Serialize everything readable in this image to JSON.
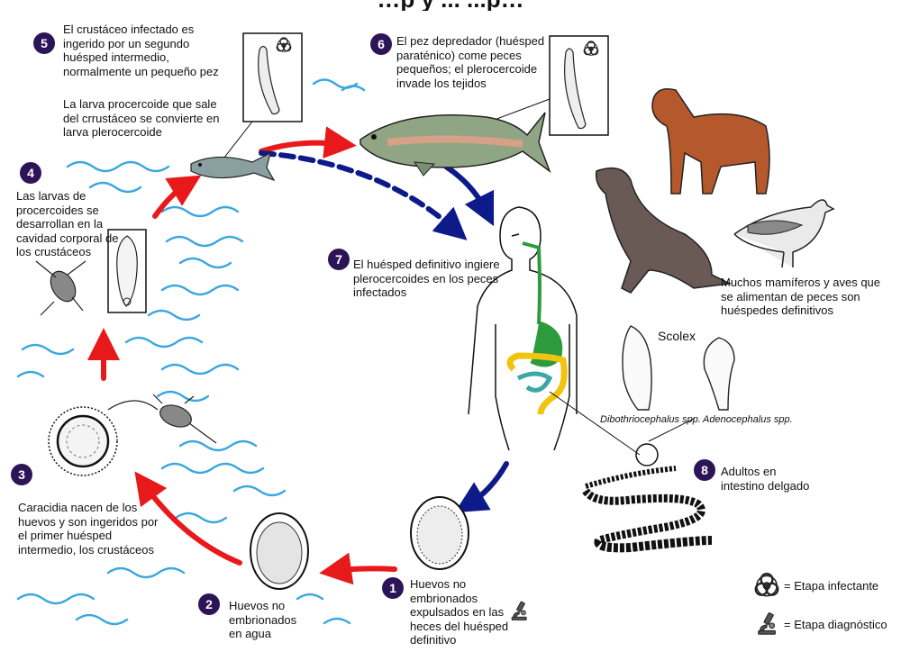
{
  "title": "…p y ... ...p…",
  "colors": {
    "badge": "#2d1457",
    "infective_arrow": "#e8191b",
    "definitive_arrow": "#0d1a8a",
    "water": "#3aa7de",
    "gut_esophagus": "#2e9a3e",
    "gut_small_intestine": "#3da6a6",
    "gut_large_intestine": "#f1c40f"
  },
  "stages": [
    {
      "num": "1",
      "text": "Huevos no embrionados expulsados en las heces del huésped definitivo"
    },
    {
      "num": "2",
      "text": "Huevos no embrionados en agua"
    },
    {
      "num": "3",
      "text": "Caracidia nacen de los huevos y son ingeridos por el primer huésped intermedio, los crustáceos"
    },
    {
      "num": "4",
      "text": "Las larvas de procercoides se desarrollan en la cavidad corporal de los crustáceos"
    },
    {
      "num": "5",
      "text": "El crustáceo infectado es ingerido por un segundo huésped intermedio, normalmente un pequeño pez"
    },
    {
      "num": "6",
      "text": "El pez depredador (huésped paraténico) come peces pequeños; el plerocercoide invade los tejidos"
    },
    {
      "num": "7",
      "text": "El huésped definitivo ingiere plerocercoides en los peces infectados"
    },
    {
      "num": "8",
      "text": "Adultos en intestino delgado"
    }
  ],
  "notes": {
    "procercoid": "La larva procercoide que sale del crrustáceo se convierte en larva plerocercoide",
    "hosts": "Muchos mamíferos y aves que se alimentan de peces son huéspedes definitivos",
    "scolex": "Scolex",
    "dibothrio": "Dibothriocephalus spp.",
    "adeno": "Adenocephalus spp."
  },
  "legend": {
    "infective": "= Etapa infectante",
    "diagnostic": "= Etapa diagnóstico",
    "infective_icon": "biohazard-icon",
    "diagnostic_icon": "microscope-icon"
  }
}
